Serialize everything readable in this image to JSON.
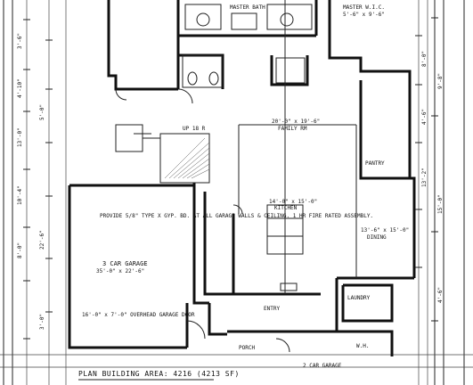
{
  "plan": {
    "area_label": "PLAN BUILDING AREA: 4216 (4213 SF)",
    "rooms": {
      "master_bath": "MASTER BATH",
      "master_wic": "MASTER W.I.C.",
      "wic_size": "5'-6\" x 9'-6\"",
      "family_room": "FAMILY RM",
      "family_size": "20'-0\" x 19'-6\"",
      "kitchen": "KITCHEN",
      "kitchen_size": "14'-0\" x 15'-0\"",
      "dining": "DINING",
      "dining_size": "13'-6\" x 15'-0\"",
      "garage_3car": "3 CAR GARAGE",
      "garage_size": "35'-0\" x 22'-6\"",
      "garage_2car": "2 CAR GARAGE",
      "laundry": "LAUNDRY",
      "entry": "ENTRY",
      "porch": "PORCH"
    },
    "notes": {
      "garage_note": "PROVIDE 5/8\" TYPE X GYP. BD. AT ALL GARAGE WALLS & CEILING. 1 HR FIRE RATED ASSEMBLY.",
      "garage_door_note": "16'-0\" x 7'-0\" OVERHEAD GARAGE DOOR",
      "stair_note": "UP 18 R",
      "wh_note": "W.H.",
      "pantry_note": "PANTRY"
    },
    "dimensions": {
      "left": [
        "3'-6\"",
        "4'-10\"",
        "13'-0\"",
        "10'-4\"",
        "8'-0\"",
        "22'-6\"",
        "5'-0\"",
        "3'-0\""
      ],
      "right": [
        "8'-0\"",
        "4'-6\"",
        "13'-2\"",
        "9'-8\"",
        "15'-0\"",
        "4'-6\""
      ]
    }
  }
}
